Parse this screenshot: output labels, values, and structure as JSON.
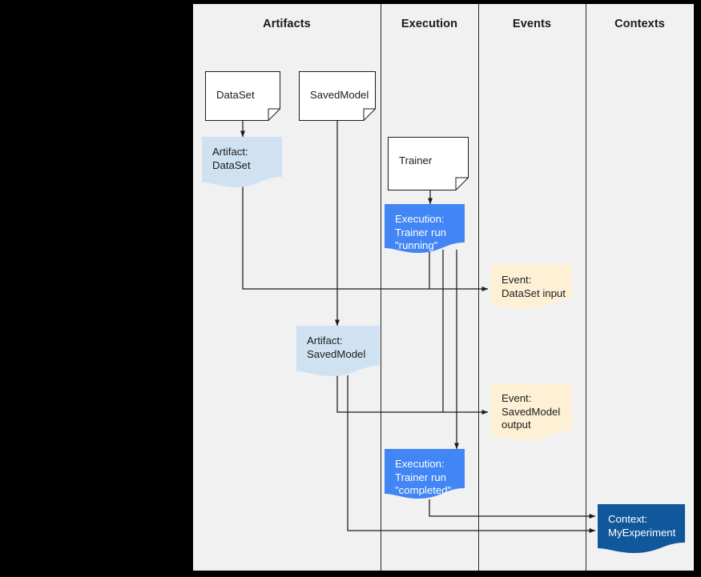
{
  "diagram": {
    "title": "ML Metadata swimlane flow",
    "background": "#000000",
    "canvas_color": "#f1f1f1",
    "lanes": [
      {
        "id": "artifacts",
        "label": "Artifacts"
      },
      {
        "id": "execution",
        "label": "Execution"
      },
      {
        "id": "events",
        "label": "Events"
      },
      {
        "id": "contexts",
        "label": "Contexts"
      }
    ],
    "colors": {
      "artifact_fill": "#d0e2f2",
      "event_fill": "#fdf0d5",
      "execution_fill": "#4285f4",
      "context_fill": "#11579b",
      "document_fill": "#ffffff",
      "line": "#1c1c1c",
      "lane_border": "#26292b"
    },
    "nodes": [
      {
        "id": "dataset-doc",
        "kind": "document",
        "lane": "artifacts",
        "label": "DataSet"
      },
      {
        "id": "savedmodel-doc",
        "kind": "document",
        "lane": "artifacts",
        "label": "SavedModel"
      },
      {
        "id": "trainer-doc",
        "kind": "document",
        "lane": "execution",
        "label": "Trainer"
      },
      {
        "id": "artifact-dataset",
        "kind": "artifact",
        "lane": "artifacts",
        "label": "Artifact:\nDataSet"
      },
      {
        "id": "artifact-savedmodel",
        "kind": "artifact",
        "lane": "artifacts",
        "label": "Artifact:\nSavedModel"
      },
      {
        "id": "execution-running",
        "kind": "execution",
        "lane": "execution",
        "label": "Execution:\nTrainer run\n\"running\""
      },
      {
        "id": "execution-completed",
        "kind": "execution",
        "lane": "execution",
        "label": "Execution:\nTrainer run\n\"completed\""
      },
      {
        "id": "event-dataset-input",
        "kind": "event",
        "lane": "events",
        "label": "Event:\nDataSet input"
      },
      {
        "id": "event-savedmodel-output",
        "kind": "event",
        "lane": "events",
        "label": "Event:\nSavedModel\noutput"
      },
      {
        "id": "context-myexperiment",
        "kind": "context",
        "lane": "contexts",
        "label": "Context:\nMyExperiment"
      }
    ]
  }
}
